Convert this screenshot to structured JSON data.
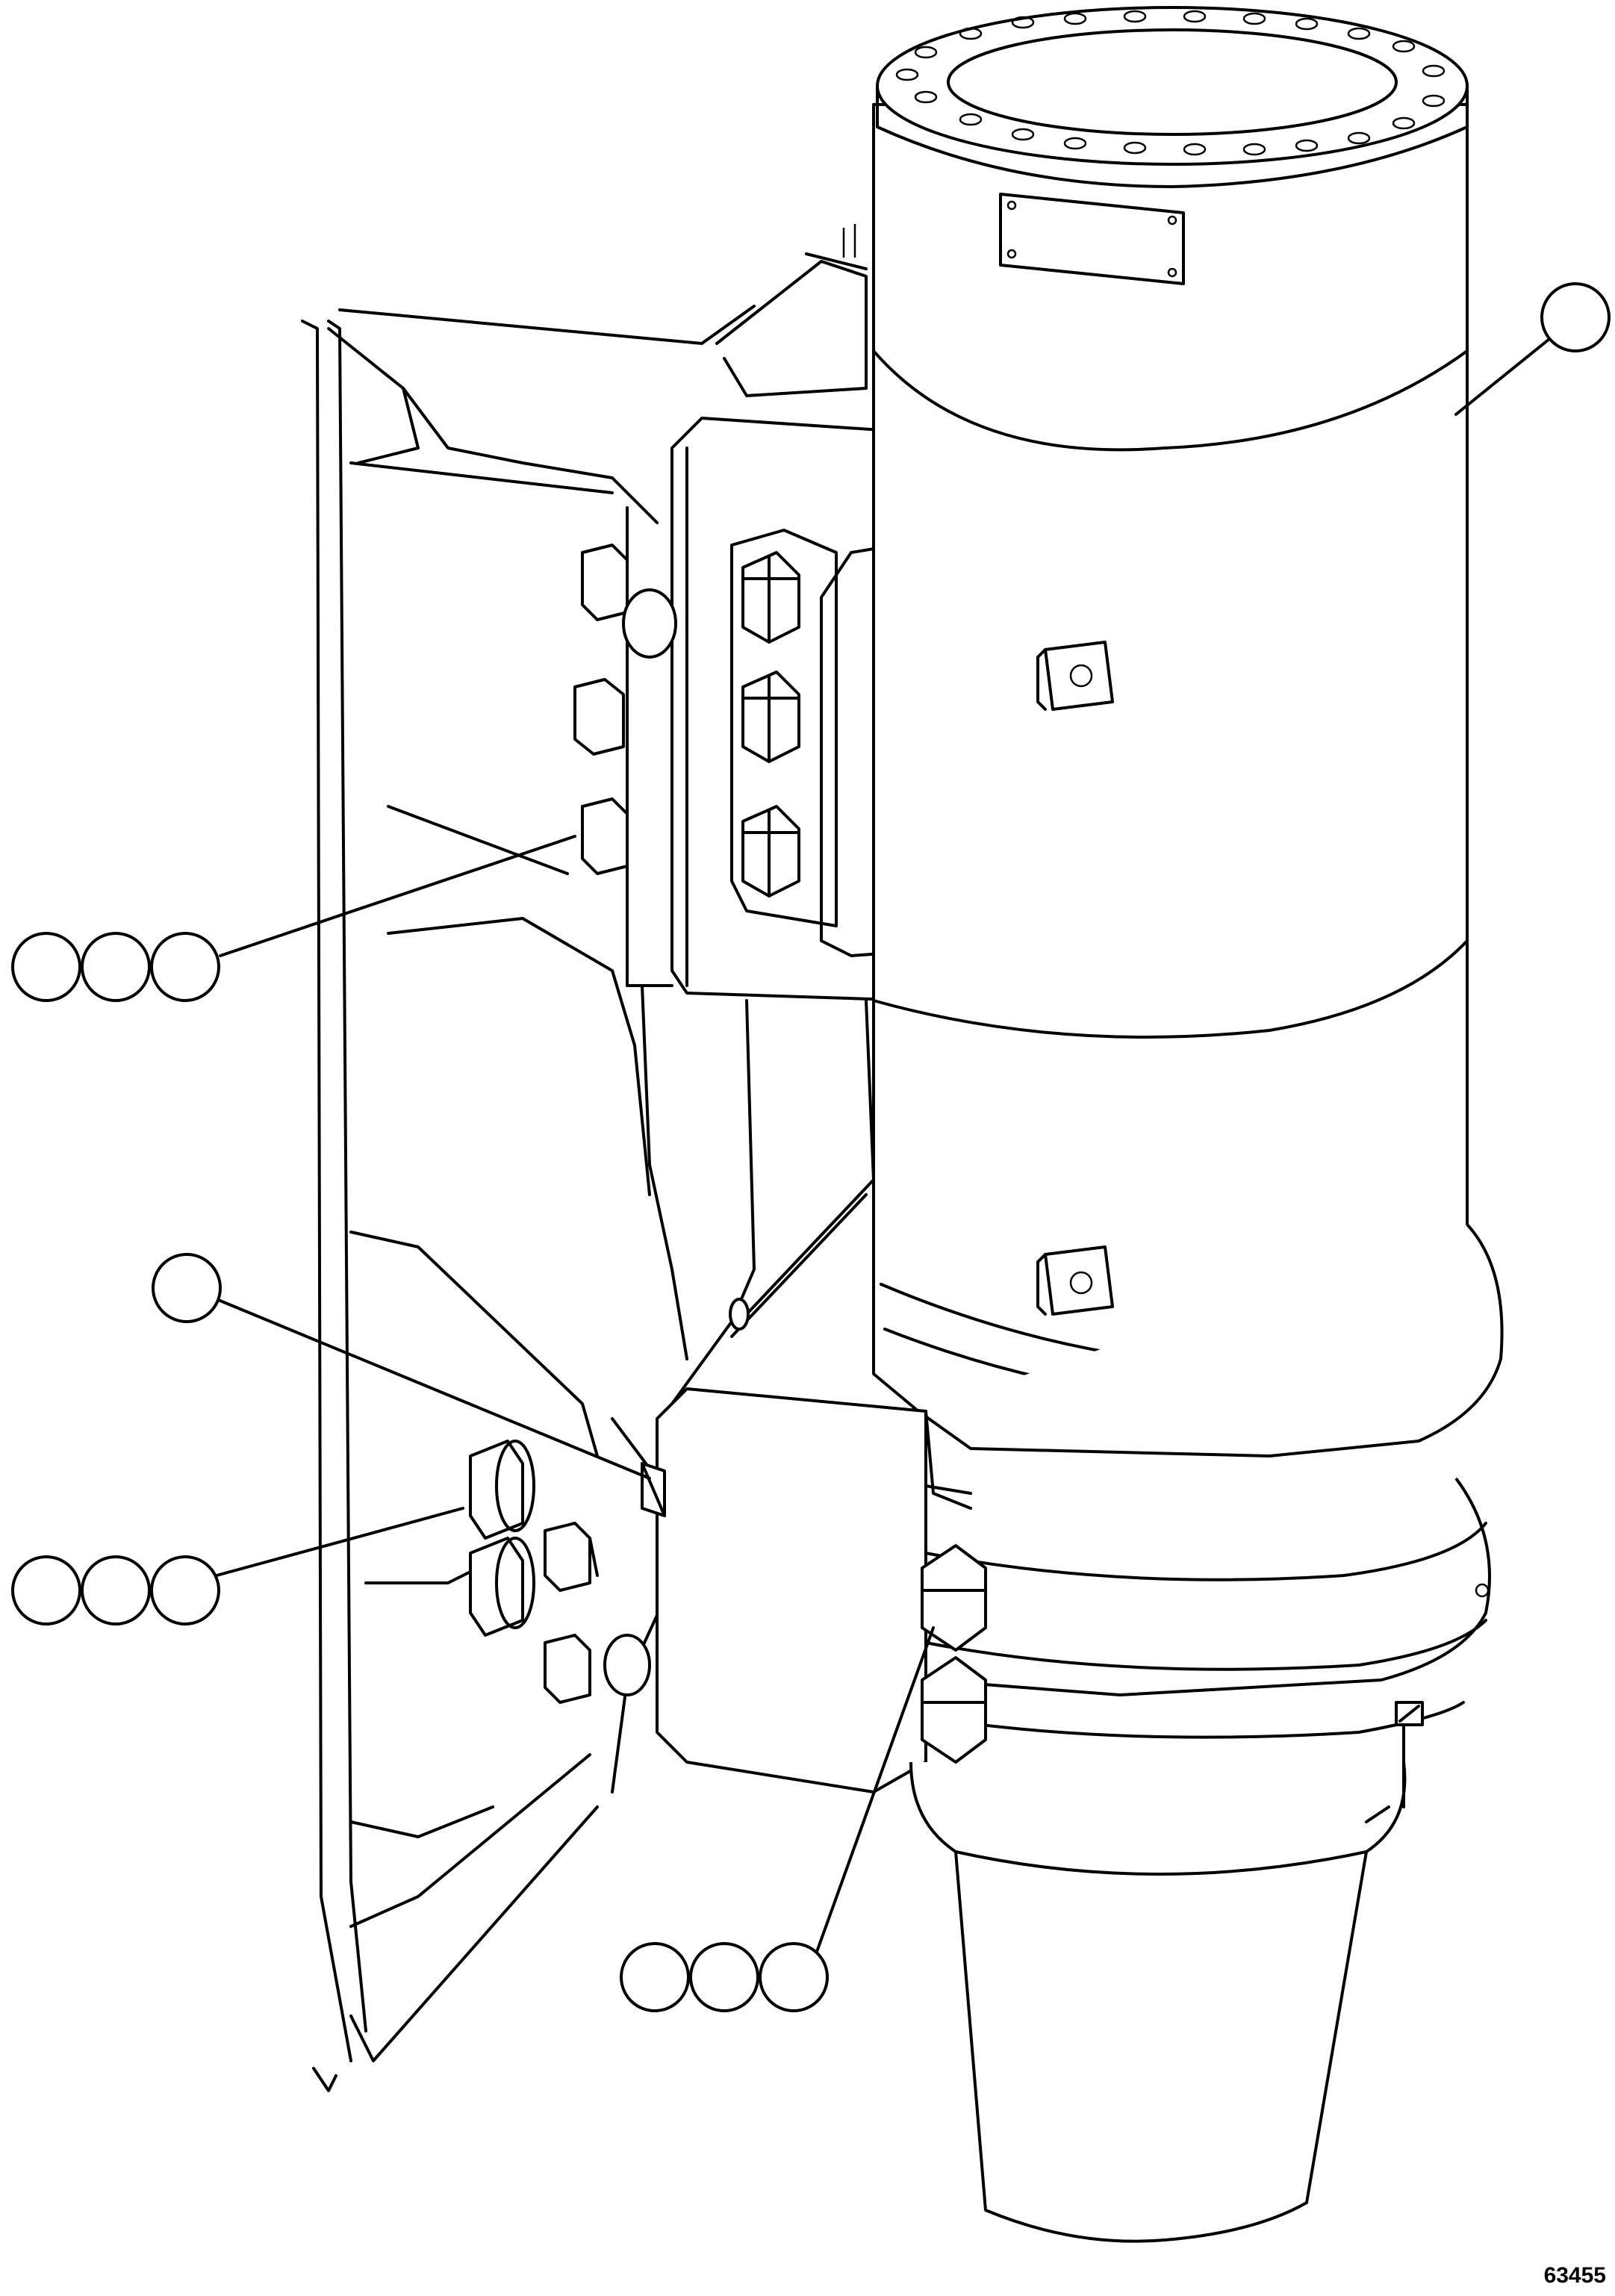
{
  "figure": {
    "number": "63455",
    "description_icon": "mechanical-assembly-line-drawing"
  },
  "callouts": [
    {
      "id": "callout-top-right",
      "count": 1,
      "labels": []
    },
    {
      "id": "callout-upper-left-group",
      "count": 3,
      "labels": []
    },
    {
      "id": "callout-middle-left-single",
      "count": 1,
      "labels": []
    },
    {
      "id": "callout-lower-left-group",
      "count": 3,
      "labels": []
    },
    {
      "id": "callout-bottom-center-group",
      "count": 3,
      "labels": []
    }
  ]
}
